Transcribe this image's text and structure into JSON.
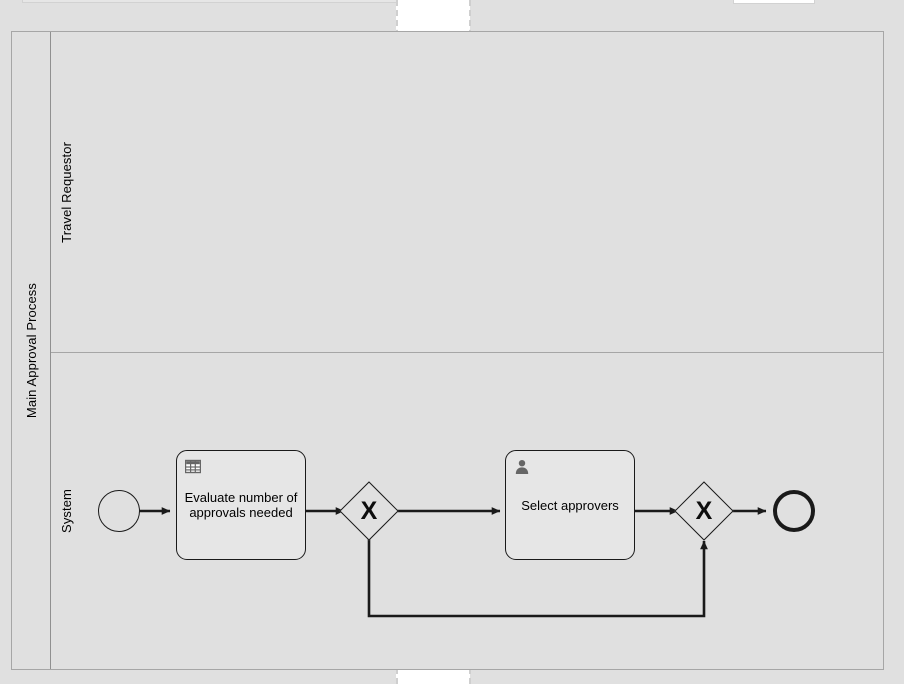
{
  "diagram": {
    "type": "bpmn-collaboration",
    "pool": {
      "name": "Main Approval Process",
      "lanes": [
        {
          "id": "travel-requestor",
          "name": "Travel Requestor"
        },
        {
          "id": "system",
          "name": "System"
        }
      ]
    },
    "colors": {
      "canvas_background": "#e0e0e0",
      "pool_fill": "#e0e0e0",
      "task_fill": "#e6e6e6",
      "stroke": "#1a1a1a",
      "lane_border": "#a6a6a6",
      "page_band_fill": "#ffffff",
      "page_break_line": "#cfcfcf",
      "icon_fill": "#666666"
    },
    "nodes": [
      {
        "id": "start-event",
        "kind": "start-event",
        "lane": "system",
        "label": "",
        "icon": "circle-thin-icon"
      },
      {
        "id": "evaluate-approvals-task",
        "kind": "business-rule-task",
        "lane": "system",
        "label": "Evaluate number of approvals needed",
        "icon": "business-rule-table-icon"
      },
      {
        "id": "gateway-1",
        "kind": "exclusive-gateway",
        "lane": "system",
        "label": "",
        "marker": "X",
        "icon": "exclusive-gateway-icon"
      },
      {
        "id": "select-approvers-task",
        "kind": "user-task",
        "lane": "system",
        "label": "Select approvers",
        "icon": "user-person-icon"
      },
      {
        "id": "gateway-2",
        "kind": "exclusive-gateway",
        "lane": "system",
        "label": "",
        "marker": "X",
        "icon": "exclusive-gateway-icon"
      },
      {
        "id": "end-event",
        "kind": "end-event",
        "lane": "system",
        "label": "",
        "icon": "circle-thick-icon"
      }
    ],
    "flows": [
      {
        "id": "flow-start-to-evaluate",
        "source": "start-event",
        "target": "evaluate-approvals-task",
        "label": ""
      },
      {
        "id": "flow-evaluate-to-gateway1",
        "source": "evaluate-approvals-task",
        "target": "gateway-1",
        "label": ""
      },
      {
        "id": "flow-gateway1-to-select",
        "source": "gateway-1",
        "target": "select-approvers-task",
        "label": ""
      },
      {
        "id": "flow-select-to-gateway2",
        "source": "select-approvers-task",
        "target": "gateway-2",
        "label": ""
      },
      {
        "id": "flow-gateway2-to-end",
        "source": "gateway-2",
        "target": "end-event",
        "label": ""
      },
      {
        "id": "flow-gateway1-loop-to-gateway2",
        "source": "gateway-1",
        "target": "gateway-2",
        "label": ""
      }
    ]
  }
}
